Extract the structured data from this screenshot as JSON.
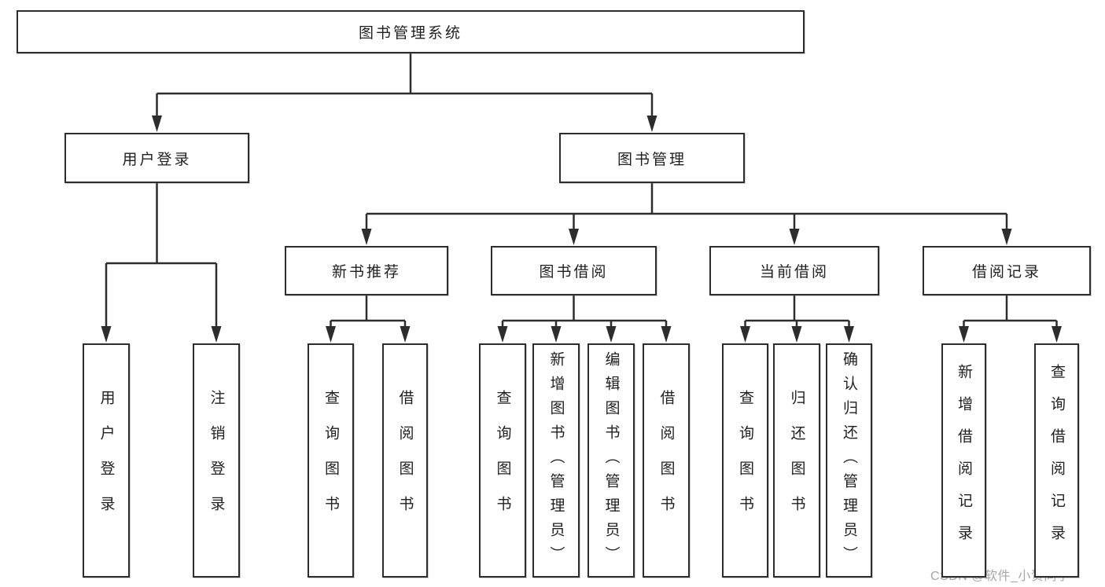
{
  "diagram": {
    "root": {
      "id": "root",
      "label": "图书管理系统",
      "children": [
        {
          "id": "login",
          "label": "用户登录",
          "children": [
            {
              "id": "login_user",
              "label": "用户登录"
            },
            {
              "id": "login_logout",
              "label": "注销登录"
            }
          ]
        },
        {
          "id": "mgmt",
          "label": "图书管理",
          "children": [
            {
              "id": "newbook",
              "label": "新书推荐",
              "children": [
                {
                  "id": "nb_query",
                  "label": "查询图书"
                },
                {
                  "id": "nb_borrow",
                  "label": "借阅图书"
                }
              ]
            },
            {
              "id": "borrow",
              "label": "图书借阅",
              "children": [
                {
                  "id": "b_query",
                  "label": "查询图书"
                },
                {
                  "id": "b_add",
                  "label": "新增图书（管理员）"
                },
                {
                  "id": "b_edit",
                  "label": "编辑图书（管理员）"
                },
                {
                  "id": "b_borrow",
                  "label": "借阅图书"
                }
              ]
            },
            {
              "id": "current",
              "label": "当前借阅",
              "children": [
                {
                  "id": "c_query",
                  "label": "查询图书"
                },
                {
                  "id": "c_return",
                  "label": "归还图书"
                },
                {
                  "id": "c_confirm",
                  "label": "确认归还（管理员）"
                }
              ]
            },
            {
              "id": "record",
              "label": "借阅记录",
              "children": [
                {
                  "id": "r_add",
                  "label": "新增借阅记录"
                },
                {
                  "id": "r_query",
                  "label": "查询借阅记录"
                }
              ]
            }
          ]
        }
      ]
    },
    "watermark": "CSDN @软件_小贺同学",
    "colors": {
      "line": "#2d2d2d",
      "text": "#1f1f1f",
      "watermark": "#a6a6a6",
      "background": "#ffffff"
    }
  }
}
